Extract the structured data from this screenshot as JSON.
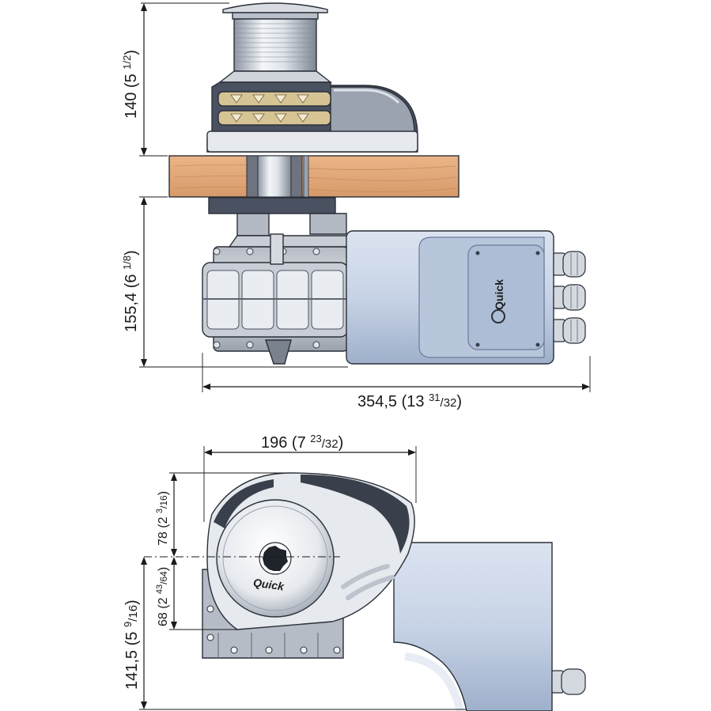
{
  "brand": {
    "logo_text": "Quick",
    "colors": {
      "motor_blue": "#c7d3e6",
      "motor_shadow": "#8fa0bd",
      "wood": "#e2a77a",
      "steel_light": "#f4f6f9",
      "steel_mid": "#c9ced6",
      "steel_dark": "#5c6470",
      "outline": "#2a2f38",
      "brass": "#d6c494"
    }
  },
  "side_view": {
    "dim_height_top": {
      "main": "140 (5 ",
      "frac": "1/2",
      "close": ")"
    },
    "dim_height_bottom": {
      "main": "155,4 (6 ",
      "frac": "1/8",
      "close": ")"
    },
    "dim_length": {
      "main": "354,5 (13 ",
      "num": "31",
      "den": "/32",
      "close": ")"
    }
  },
  "top_view": {
    "dim_width": {
      "main": "196 (7 ",
      "num": "23",
      "den": "/32",
      "close": ")"
    },
    "dim_front": {
      "main": "78 (2 ",
      "num": "3",
      "den": "/16",
      "close": ")"
    },
    "dim_center": {
      "main": "68 (2 ",
      "num": "43",
      "den": "/64",
      "close": ")"
    },
    "dim_rear": {
      "main": "141,5 (5 ",
      "num": "9",
      "den": "/16",
      "close": ")"
    }
  }
}
